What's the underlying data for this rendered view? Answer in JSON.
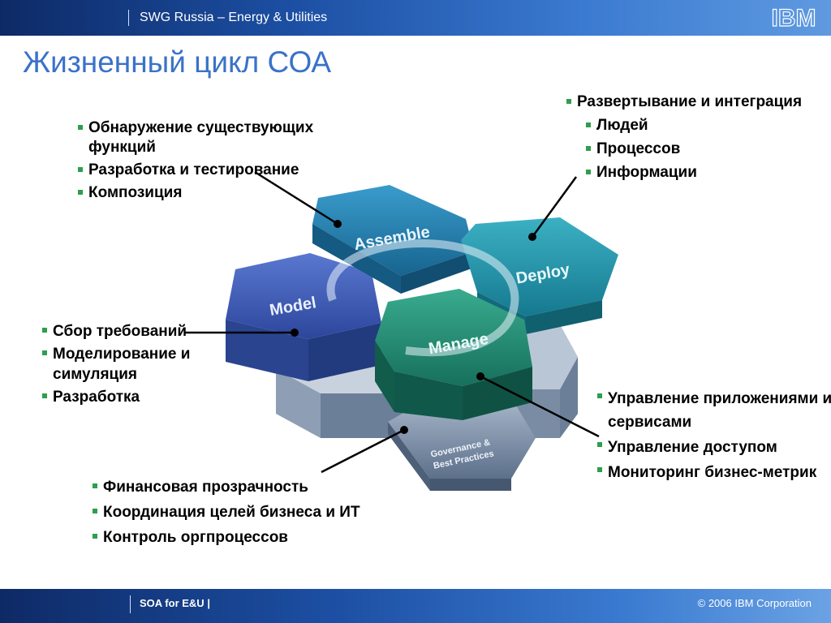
{
  "header": {
    "brand": "SWG Russia – Energy & Utilities",
    "logo_text": "IBM"
  },
  "title": "Жизненный цикл СОА",
  "blocks": {
    "top_left": [
      "Обнаружение существующих функций",
      "Разработка и тестирование",
      "Композиция"
    ],
    "top_right": {
      "main": "Развертывание и интеграция",
      "subs": [
        "Людей",
        "Процессов",
        "Информации"
      ]
    },
    "left": [
      "Сбор требований",
      "Моделирование и симуляция",
      "Разработка"
    ],
    "bottom_right": [
      "Управление приложениями и сервисами",
      "Управление доступом",
      "Мониторинг бизнес-метрик"
    ],
    "bottom": [
      "Финансовая прозрачность",
      "Координация целей бизнеса и ИТ",
      "Контроль оргпроцессов"
    ]
  },
  "hexagons": {
    "assemble": "Assemble",
    "deploy": "Deploy",
    "model": "Model",
    "manage": "Manage",
    "governance_line1": "Governance &",
    "governance_line2": "Best Practices"
  },
  "colors": {
    "assemble": "#1f7cae",
    "deploy": "#1d8fa6",
    "model": "#3a58b4",
    "manage": "#1e8a74",
    "governance": "#7f93ad",
    "title": "#3a72c8",
    "bullet": "#2e9e4e"
  },
  "footer": {
    "label": "SOA for E&U",
    "copyright": "© 2006  IBM Corporation"
  }
}
